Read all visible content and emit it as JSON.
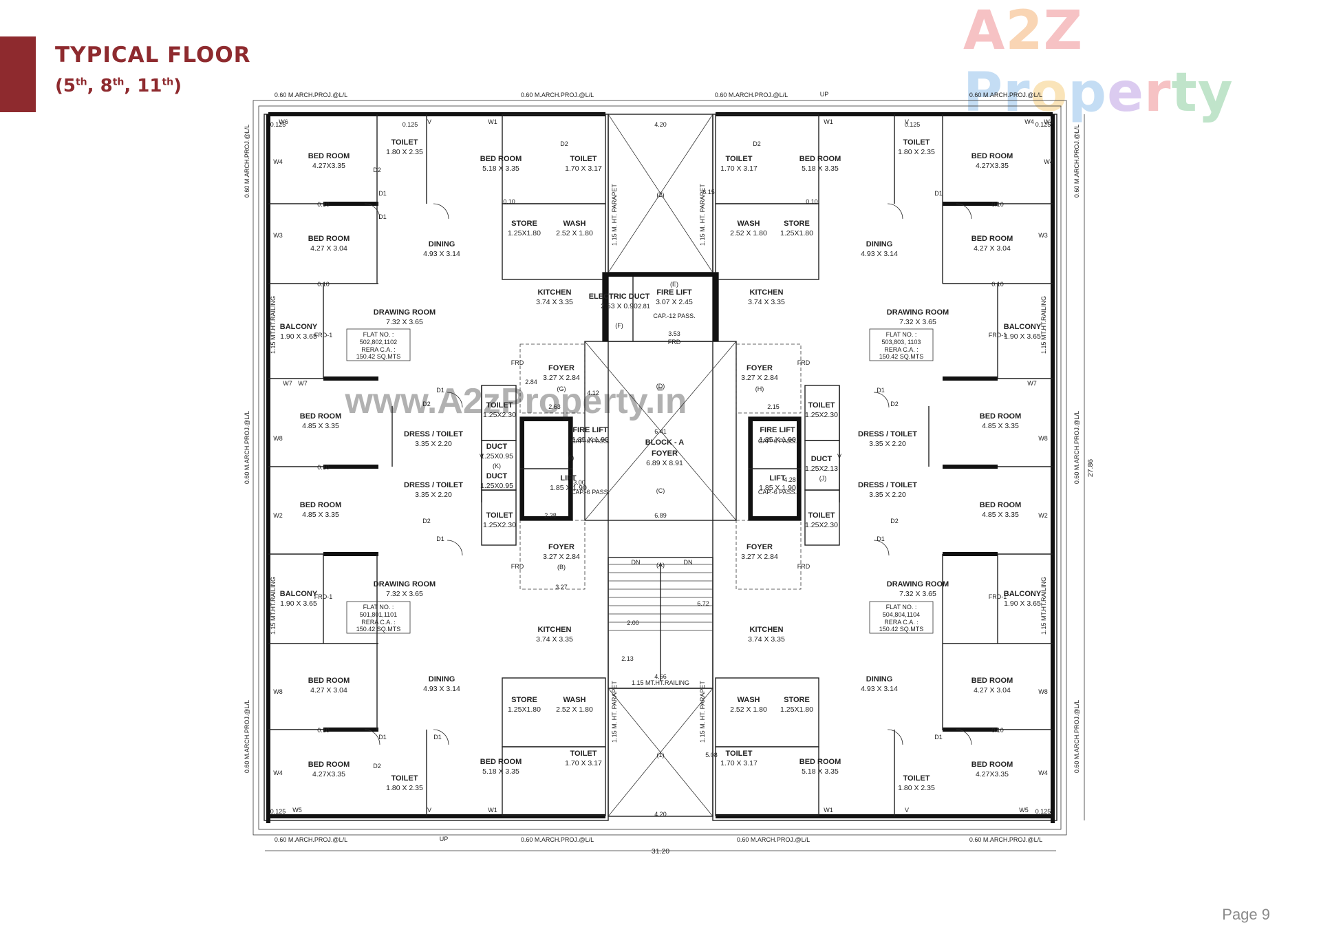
{
  "header": {
    "title": "TYPICAL FLOOR",
    "floors": [
      {
        "n": "5",
        "sup": "th"
      },
      {
        "n": "8",
        "sup": "th"
      },
      {
        "n": "11",
        "sup": "th"
      }
    ]
  },
  "logo": {
    "parts": [
      {
        "t": "A",
        "color": "#e8545a"
      },
      {
        "t": "2",
        "color": "#f08a2c"
      },
      {
        "t": "Z",
        "color": "#e8545a"
      },
      {
        "t": " ",
        "color": "#ffffff"
      },
      {
        "t": "P",
        "color": "#5aa1e0"
      },
      {
        "t": "r",
        "color": "#5aa1e0"
      },
      {
        "t": "o",
        "color": "#f2b43a"
      },
      {
        "t": "p",
        "color": "#5aa1e0"
      },
      {
        "t": "e",
        "color": "#9a6dd6"
      },
      {
        "t": "r",
        "color": "#e8545a"
      },
      {
        "t": "t",
        "color": "#4cb56a"
      },
      {
        "t": "y",
        "color": "#4cb56a"
      }
    ]
  },
  "watermark": "www.A2zProperty.in",
  "page_number": "Page 9",
  "plan": {
    "total_width": "31.20",
    "total_height": "27.86",
    "block_label": "BLOCK - A",
    "proj_label": "0.60 M.ARCH.PROJ.@L/L",
    "railing_label": "1.15 MT.HT.RAILING",
    "parapet_label": "1.15 M. HT. PARAPET",
    "flats": [
      {
        "flat_label": "FLAT NO. :",
        "flat_no": "502,802,1102",
        "rera_label": "RERA C.A. :",
        "rera": "150.42  SQ.MTS"
      },
      {
        "flat_label": "FLAT NO. :",
        "flat_no": "503,803, 1103",
        "rera_label": "RERA C.A. :",
        "rera": "150.42  SQ.MTS"
      },
      {
        "flat_label": "FLAT NO. :",
        "flat_no": "501,801,1101",
        "rera_label": "RERA C.A. :",
        "rera": "150.42  SQ.MTS"
      },
      {
        "flat_label": "FLAT NO. :",
        "flat_no": "504,804,1104",
        "rera_label": "RERA C.A. :",
        "rera": "150.42  SQ.MTS"
      }
    ],
    "room_labels": [
      {
        "name": "BED ROOM",
        "dim": "4.27X3.35"
      },
      {
        "name": "TOILET",
        "dim": "1.80 X 2.35"
      },
      {
        "name": "BED ROOM",
        "dim": "5.18 X 3.35"
      },
      {
        "name": "TOILET",
        "dim": "1.70 X 3.17"
      },
      {
        "name": "BED ROOM",
        "dim": "4.27 X 3.04"
      },
      {
        "name": "DINING",
        "dim": "4.93 X 3.14"
      },
      {
        "name": "STORE",
        "dim": "1.25X1.80"
      },
      {
        "name": "WASH",
        "dim": "2.52 X 1.80"
      },
      {
        "name": "KITCHEN",
        "dim": "3.74 X 3.35"
      },
      {
        "name": "DRAWING ROOM",
        "dim": "7.32 X 3.65"
      },
      {
        "name": "BALCONY",
        "dim": "1.90 X 3.65"
      },
      {
        "name": "BED ROOM",
        "dim": "4.85 X 3.35"
      },
      {
        "name": "DRESS / TOILET",
        "dim": "3.35 X 2.20"
      },
      {
        "name": "TOILET",
        "dim": "1.25X2.30"
      },
      {
        "name": "DUCT",
        "dim": "1.25X0.95"
      },
      {
        "name": "FOYER",
        "dim": "3.27 X 2.84"
      },
      {
        "name": "FIRE LIFT",
        "dim": "1.85 X 1.90"
      },
      {
        "name": "LIFT",
        "dim": "1.85 X 1.90"
      },
      {
        "name": "FIRE LIFT",
        "dim": "3.07 X 2.45"
      },
      {
        "name": "FOYER",
        "dim": "6.89 X 8.91"
      },
      {
        "name": "DUCT",
        "dim": "1.25X2.13"
      },
      {
        "name": "ELECTRIC DUCT",
        "dim": "2.53 X 0.90"
      }
    ],
    "misc_dims": [
      "4.20",
      "6.15",
      "2.81",
      "3.53",
      "4.12",
      "2.63",
      "6.41",
      "3.00",
      "2.38",
      "6.89",
      "3.27",
      "2.84",
      "2.15",
      "4.28",
      "6.72",
      "2.00",
      "2.13",
      "4.66",
      "5.08",
      "0.10",
      "0.125"
    ],
    "markers": [
      "(A)",
      "(B)",
      "(C)",
      "(D)",
      "(E)",
      "(F)",
      "(G)",
      "(H)",
      "(I)",
      "(J)",
      "(K)",
      "(1)",
      "(2)"
    ],
    "tags": [
      "W1",
      "W2",
      "W3",
      "W5",
      "W6",
      "W7",
      "W8",
      "W4",
      "D1",
      "D2",
      "V",
      "FRD",
      "FRD-1",
      "DN",
      "UP",
      "A",
      "CAP.-6 PASS.",
      "CAP.-12 PASS."
    ]
  }
}
